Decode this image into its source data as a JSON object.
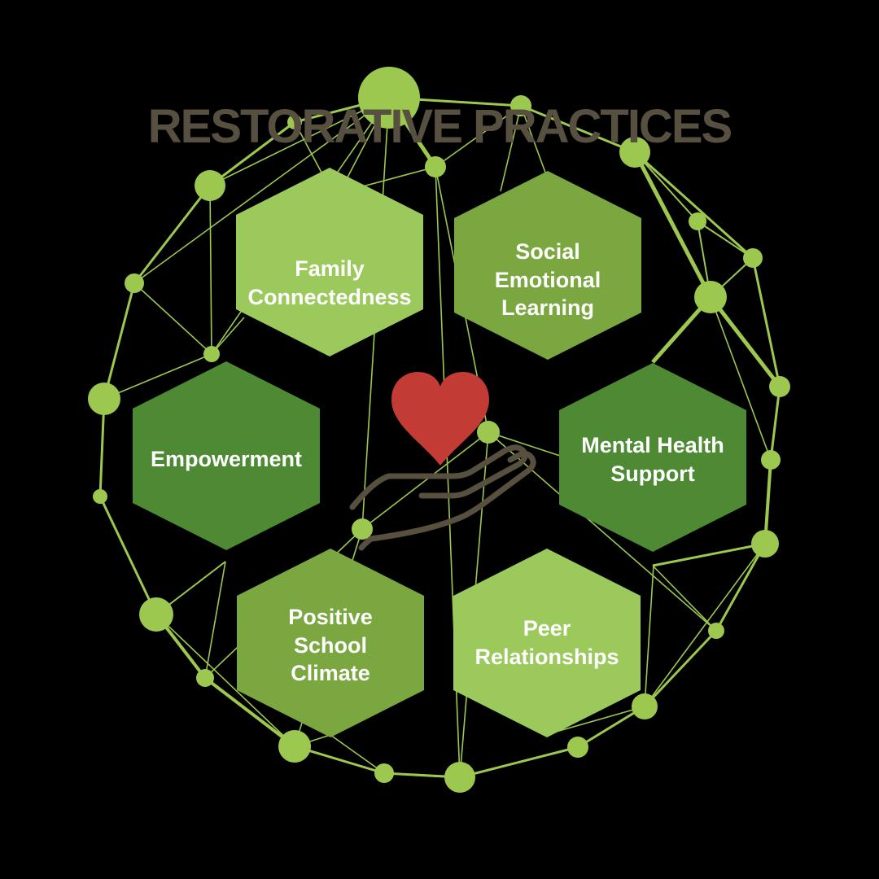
{
  "title": {
    "text": "RESTORATIVE PRACTICES",
    "color": "#575040"
  },
  "palette": {
    "background": "#000000",
    "network_green": "#9DC84F",
    "hex_light_green": "#9CC95C",
    "hex_medium_green": "#7AA73F",
    "hex_dark_green": "#4E8A34",
    "heart_red": "#C23B35",
    "hand_brown": "#57503F",
    "label_white": "#FFFFFF"
  },
  "hexagons": [
    {
      "id": "family-connectedness",
      "label": "Family Connectedness",
      "lines": [
        "Family",
        "Connectedness"
      ],
      "shade": "light"
    },
    {
      "id": "social-emotional-learning",
      "label": "Social Emotional Learning",
      "lines": [
        "Social",
        "Emotional",
        "Learning"
      ],
      "shade": "medium"
    },
    {
      "id": "empowerment",
      "label": "Empowerment",
      "lines": [
        "Empowerment"
      ],
      "shade": "dark"
    },
    {
      "id": "mental-health-support",
      "label": "Mental Health Support",
      "lines": [
        "Mental Health",
        "Support"
      ],
      "shade": "dark"
    },
    {
      "id": "positive-school-climate",
      "label": "Positive School Climate",
      "lines": [
        "Positive",
        "School",
        "Climate"
      ],
      "shade": "medium"
    },
    {
      "id": "peer-relationships",
      "label": "Peer Relationships",
      "lines": [
        "Peer",
        "Relationships"
      ],
      "shade": "light"
    }
  ],
  "center_icon": {
    "name": "heart-in-hand",
    "heart_icon": "heart-icon",
    "hand_icon": "hand-icon",
    "heart_color": "#C23B35",
    "hand_color": "#57503F"
  },
  "background_graphic": {
    "name": "network-sphere",
    "description": "mesh of green nodes and connecting lines forming a sphere"
  }
}
